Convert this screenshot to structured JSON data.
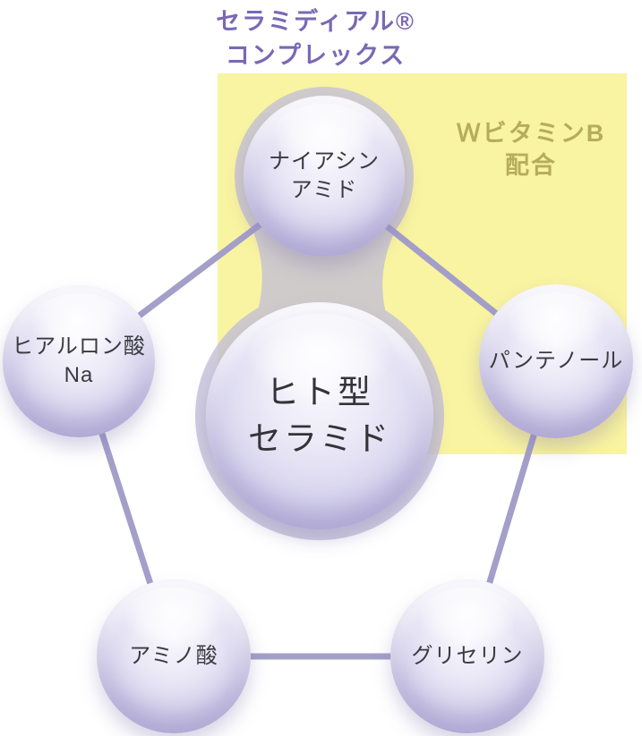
{
  "title": {
    "text": "セラミディアル®\nコンプレックス",
    "color": "#7a68b4"
  },
  "vitamin_box": {
    "text": "ＷビタミンB\n配合",
    "text_color": "#b5ad5b",
    "background": "#f9f4a1"
  },
  "center_bubble": {
    "label": "ヒト型\nセラミド"
  },
  "bubbles": [
    {
      "name": "niacinamide",
      "label": "ナイアシン\nアミド"
    },
    {
      "name": "hyaluronic-acid-na",
      "label": "ヒアルロン酸\nNa"
    },
    {
      "name": "panthenol",
      "label": "パンテノール"
    },
    {
      "name": "amino-acid",
      "label": "アミノ酸"
    },
    {
      "name": "glycerin",
      "label": "グリセリン"
    }
  ],
  "colors": {
    "line": "#a39fc9",
    "teardrop": "#c4c0d8",
    "bubble_base": "#dcd9f0",
    "bubble_rim": "#a19ac9"
  }
}
